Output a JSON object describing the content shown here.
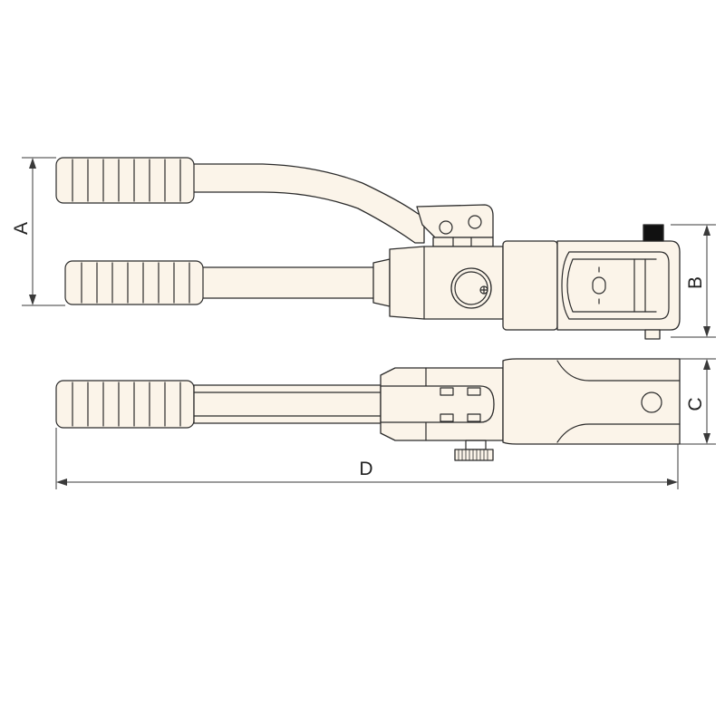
{
  "dimensions": {
    "a": "A",
    "b": "B",
    "c": "C",
    "d": "D"
  },
  "colors": {
    "line": "#2b2b2b",
    "fill": "#fbf4e9",
    "background": "#ffffff"
  }
}
